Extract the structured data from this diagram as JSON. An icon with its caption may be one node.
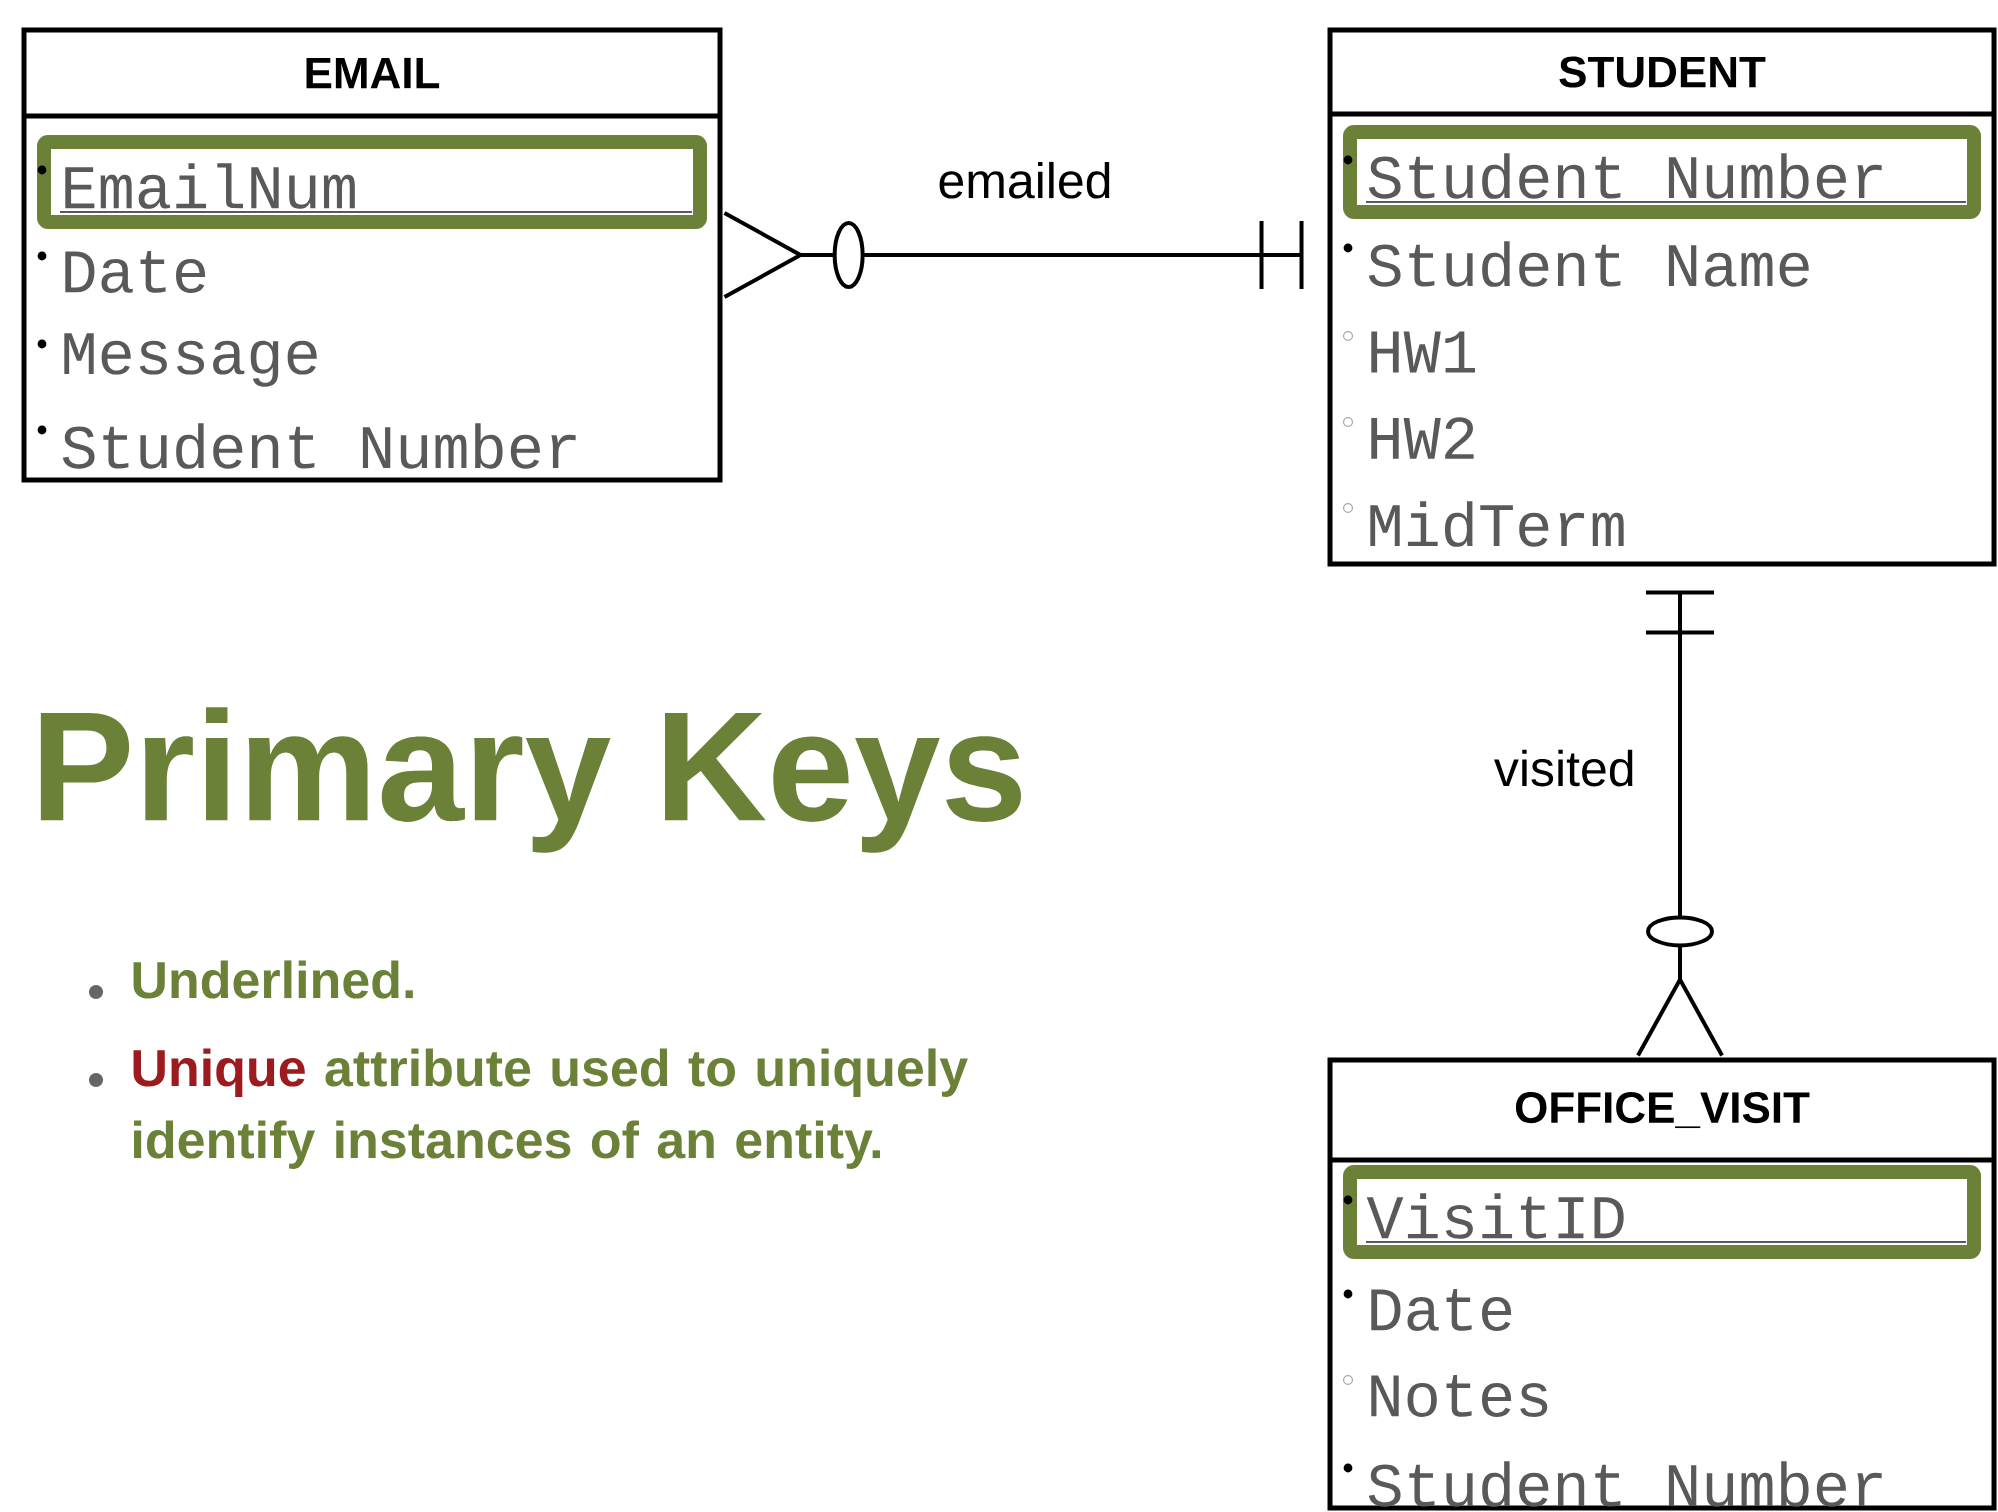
{
  "diagram": {
    "title": "Primary Keys",
    "nodes": [
      {
        "text": [
          "EMAIL",
          "EmailNum",
          "Date",
          "Message",
          "Student Number"
        ]
      },
      {
        "text": [
          "STUDENT",
          "Student Number",
          "Student Name",
          "HW1",
          "HW2",
          "MidTerm"
        ]
      },
      {
        "text": [
          "OFFICE_VISIT",
          "VisitID",
          "Date",
          "Notes",
          "Student Number"
        ]
      }
    ],
    "edges": [
      {
        "from": 1,
        "to": 0,
        "arrow": "other",
        "label": "emailed"
      },
      {
        "from": 1,
        "to": 2,
        "arrow": "other",
        "label": "visited"
      }
    ],
    "labels": [
      "Underlined.",
      "Unique",
      "attribute used to uniquely identify instances of an entity."
    ]
  }
}
